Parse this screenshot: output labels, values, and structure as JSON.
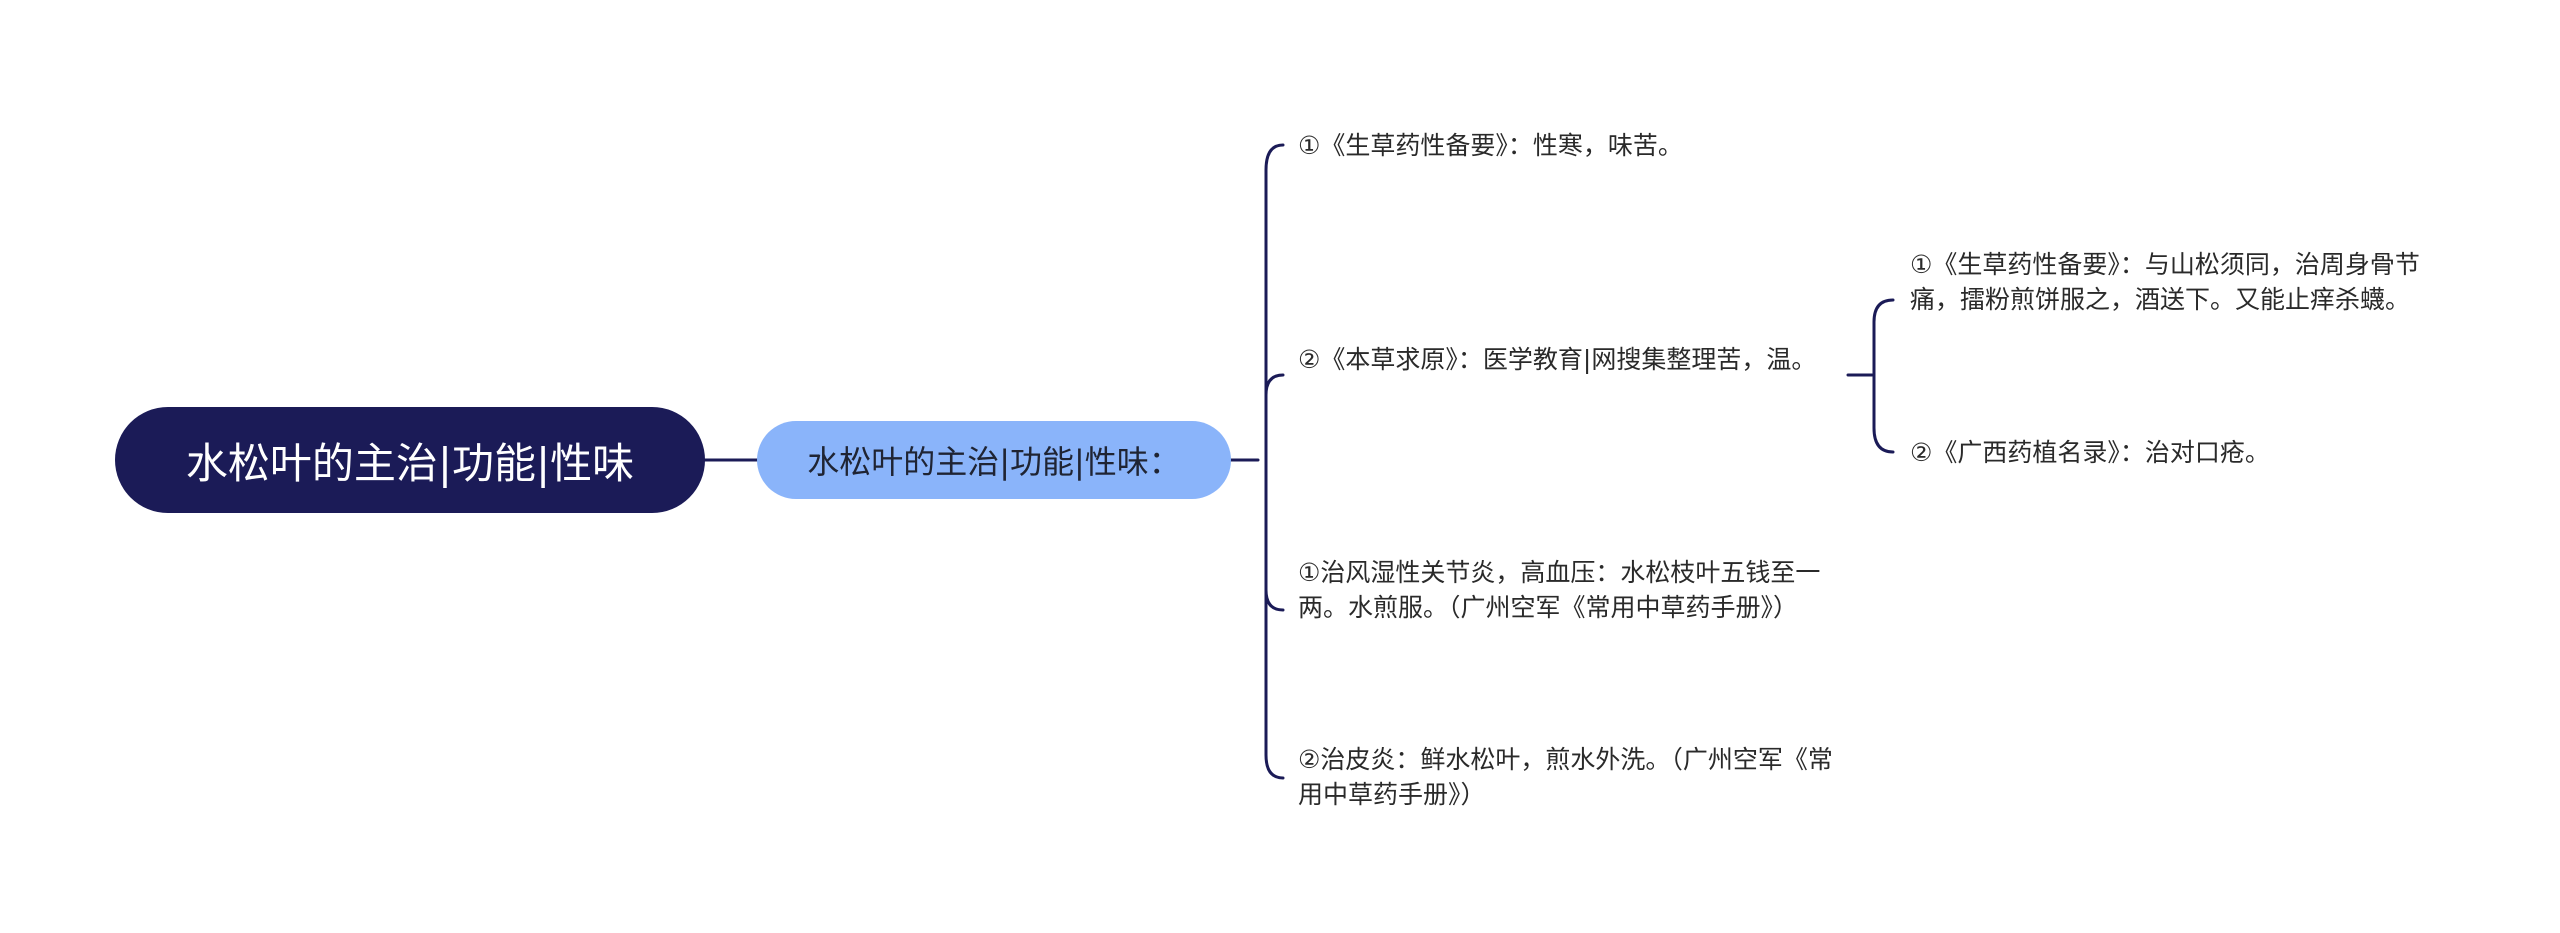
{
  "root": {
    "label": "水松叶的主治|功能|性味"
  },
  "branch": {
    "label": "水松叶的主治|功能|性味："
  },
  "leaves": [
    {
      "text": "①《生草药性备要》：性寒，味苦。"
    },
    {
      "text": "②《本草求原》：医学教育|网搜集整理苦，温。",
      "children": [
        {
          "text": "①《生草药性备要》：与山松须同，治周身骨节痛，擂粉煎饼服之，酒送下。又能止痒杀蠛。"
        },
        {
          "text": "②《广西药植名录》：治对口疮。"
        }
      ]
    },
    {
      "text": "①治风湿性关节炎，高血压：水松枝叶五钱至一两。水煎服。（广州空军《常用中草药手册》）"
    },
    {
      "text": "②治皮炎：鲜水松叶，煎水外洗。（广州空军《常用中草药手册》）"
    }
  ],
  "colors": {
    "root_fill": "#1b1b57",
    "branch_fill": "#8ab4fa",
    "connector": "#1b1b57"
  }
}
